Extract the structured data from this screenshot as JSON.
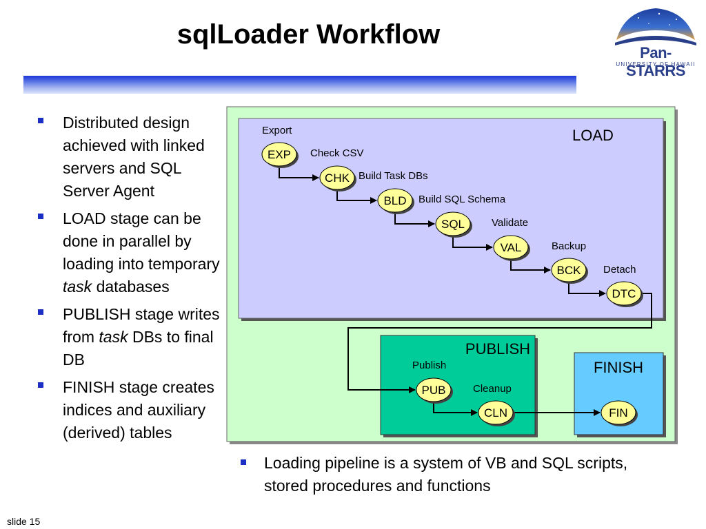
{
  "slide": {
    "title": "sqlLoader Workflow",
    "number": "slide 15"
  },
  "logo": {
    "name": "Pan-STARRS",
    "subtitle": "UNIVERSITY OF HAWAII"
  },
  "left_bullets": [
    {
      "parts": [
        {
          "text": "Distributed design achieved with linked servers and SQL Server Agent",
          "italic": false
        }
      ]
    },
    {
      "parts": [
        {
          "text": "LOAD stage can be done in parallel by loading into temporary ",
          "italic": false
        },
        {
          "text": "task",
          "italic": true
        },
        {
          "text": " databases",
          "italic": false
        }
      ]
    },
    {
      "parts": [
        {
          "text": "PUBLISH stage writes from ",
          "italic": false
        },
        {
          "text": "task",
          "italic": true
        },
        {
          "text": " DBs to final DB",
          "italic": false
        }
      ]
    },
    {
      "parts": [
        {
          "text": "FINISH stage creates indices and auxiliary (derived) tables",
          "italic": false
        }
      ]
    }
  ],
  "bottom_bullet": "Loading pipeline is a system of VB and SQL scripts, stored procedures and functions",
  "diagram": {
    "stages": {
      "load": "LOAD",
      "publish": "PUBLISH",
      "finish": "FINISH"
    },
    "nodes": [
      {
        "id": "EXP",
        "step": "Export"
      },
      {
        "id": "CHK",
        "step": "Check CSV"
      },
      {
        "id": "BLD",
        "step": "Build Task DBs"
      },
      {
        "id": "SQL",
        "step": "Build SQL Schema"
      },
      {
        "id": "VAL",
        "step": "Validate"
      },
      {
        "id": "BCK",
        "step": "Backup"
      },
      {
        "id": "DTC",
        "step": "Detach"
      },
      {
        "id": "PUB",
        "step": "Publish"
      },
      {
        "id": "CLN",
        "step": "Cleanup"
      },
      {
        "id": "FIN",
        "step": ""
      }
    ]
  },
  "colors": {
    "outer_panel": "#ccffcc",
    "load_panel": "#ccccff",
    "publish_panel": "#00cc99",
    "finish_panel": "#66ccff",
    "node_fill": "#ffff99",
    "bullet": "#1b2fc4",
    "title_bar": "#1b36d8"
  }
}
